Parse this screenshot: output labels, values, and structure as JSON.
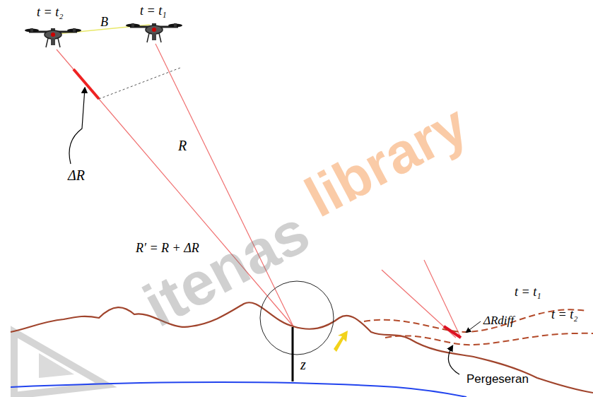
{
  "diagram": {
    "labels": [
      "t = t₁",
      "t = t₂",
      "B",
      "ΔR",
      "R",
      "R′ = R + ΔR",
      "z",
      "t = t₁",
      "t = t₂",
      "ΔRdiff",
      "Pergeseran",
      "itenas",
      "library"
    ]
  }
}
